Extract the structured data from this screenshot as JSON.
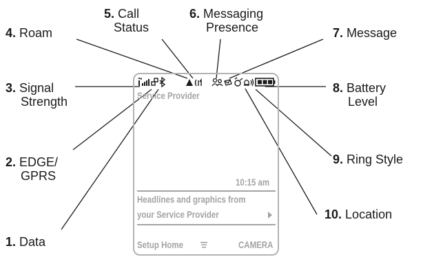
{
  "callouts": {
    "roam": {
      "num": "4.",
      "label": "Roam"
    },
    "call": {
      "num": "5.",
      "line1": "Call",
      "line2": "Status"
    },
    "msgpres": {
      "num": "6.",
      "line1": "Messaging",
      "line2": "Presence"
    },
    "message": {
      "num": "7.",
      "label": "Message"
    },
    "signal": {
      "num": "3.",
      "line1": "Signal",
      "line2": "Strength"
    },
    "battery": {
      "num": "8.",
      "line1": "Battery",
      "line2": "Level"
    },
    "edge": {
      "num": "2.",
      "line1": "EDGE/",
      "line2": "GPRS"
    },
    "ring": {
      "num": "9.",
      "label": "Ring Style"
    },
    "location": {
      "num": "10.",
      "label": "Location"
    },
    "data": {
      "num": "1.",
      "label": "Data"
    }
  },
  "screen": {
    "provider": "Service Provider",
    "time": "10:15 am",
    "headline_line1": "Headlines and graphics from",
    "headline_line2": "your Service Provider",
    "softkey_left": "Setup Home",
    "softkey_right": "CAMERA"
  },
  "colors": {
    "screen_text": "#a3a3a3",
    "callout_text": "#1a1a1a",
    "leader": "#1a1a1a"
  }
}
